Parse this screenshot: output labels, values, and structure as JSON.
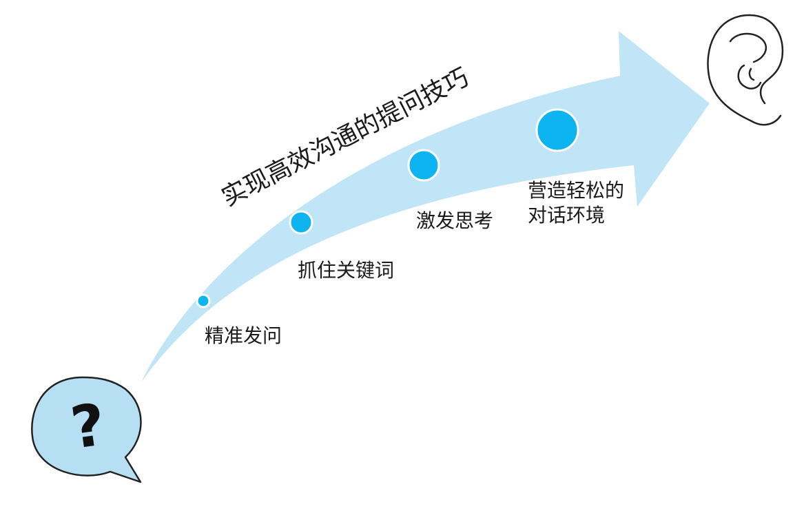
{
  "title": "实现高效沟通的提问技巧",
  "steps": [
    {
      "label_lines": [
        "精准发问"
      ]
    },
    {
      "label_lines": [
        "抓住关键词"
      ]
    },
    {
      "label_lines": [
        "激发思考"
      ]
    },
    {
      "label_lines": [
        "营造轻松的",
        "对话环境"
      ]
    }
  ],
  "speech_bubble": {
    "symbol": "?",
    "icon": "question-speech-bubble-icon"
  },
  "listener": {
    "icon": "ear-icon"
  },
  "colors": {
    "arrow": "#bfe5f7",
    "dot": "#0db4ef",
    "dot_ring": "#ffffff",
    "bubble_fill": "#b7dff4",
    "outline": "#222222",
    "text": "#1a1a1a"
  }
}
